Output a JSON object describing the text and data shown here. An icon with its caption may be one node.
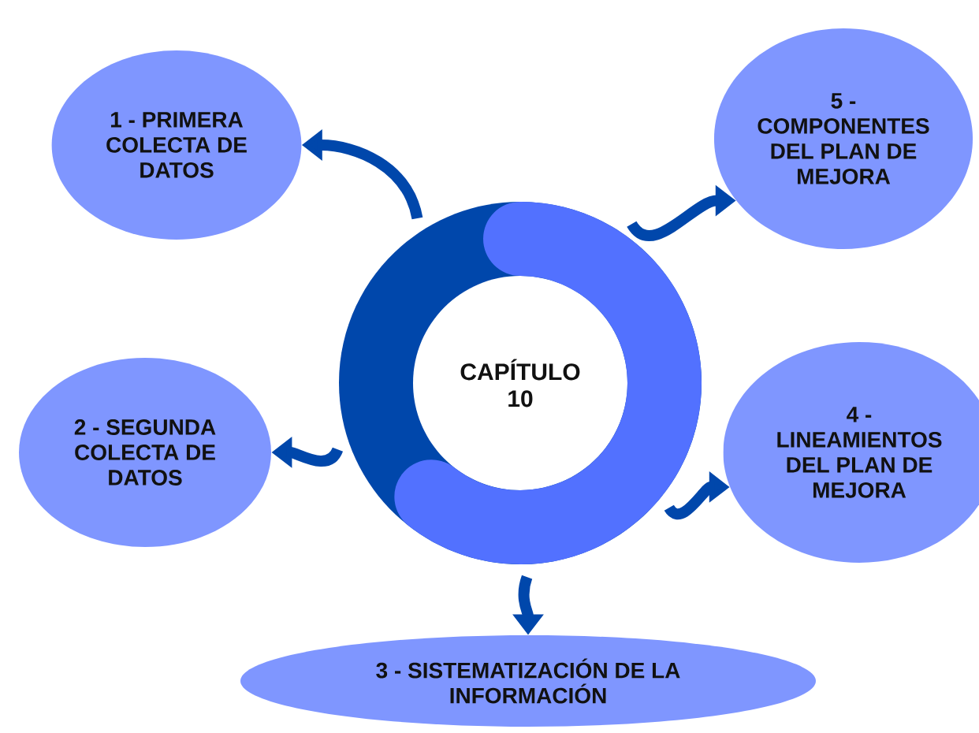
{
  "diagram": {
    "nodes": [
      {
        "text": [
          "CAPÍTULO 10"
        ]
      },
      {
        "text": [
          "1 - PRIMERA COLECTA DE DATOS"
        ]
      },
      {
        "text": [
          "2 - SEGUNDA COLECTA DE DATOS"
        ]
      },
      {
        "text": [
          "3 - SISTEMATIZACIÓN DE LA INFORMACIÓN"
        ]
      },
      {
        "text": [
          "4 - LINEAMIENTOS DEL PLAN DE MEJORA"
        ]
      },
      {
        "text": [
          "5 - COMPONENTES DEL PLAN DE MEJORA"
        ]
      }
    ],
    "edges": [
      {
        "from": 0,
        "to": 1,
        "arrow": "to"
      },
      {
        "from": 0,
        "to": 5,
        "arrow": "to"
      },
      {
        "from": 0,
        "to": 2,
        "arrow": "to"
      },
      {
        "from": 0,
        "to": 4,
        "arrow": "to"
      },
      {
        "from": 0,
        "to": 3,
        "arrow": "to"
      }
    ]
  }
}
